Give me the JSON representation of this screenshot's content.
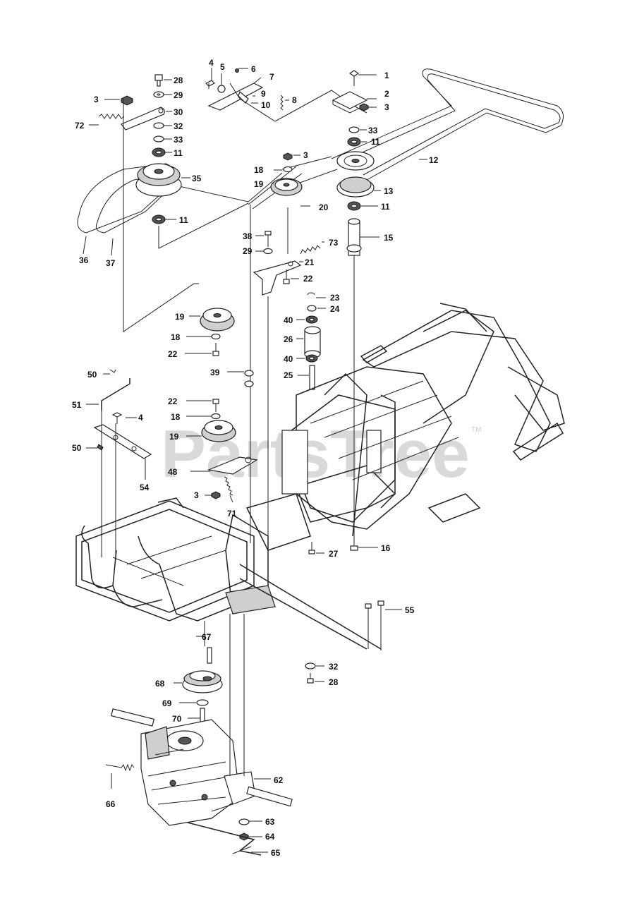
{
  "watermark": {
    "text": "PartsTree",
    "trademark": "TM"
  },
  "callouts": {
    "c1": "1",
    "c2": "2",
    "c3a": "3",
    "c3b": "3",
    "c3c": "3",
    "c3d": "3",
    "c4a": "4",
    "c4b": "4",
    "c5": "5",
    "c6": "6",
    "c7": "7",
    "c8": "8",
    "c9": "9",
    "c10": "10",
    "c11a": "11",
    "c11b": "11",
    "c11c": "11",
    "c11d": "11",
    "c12": "12",
    "c13": "13",
    "c15": "15",
    "c16": "16",
    "c18a": "18",
    "c18b": "18",
    "c18c": "18",
    "c19a": "19",
    "c19b": "19",
    "c19c": "19",
    "c20": "20",
    "c21": "21",
    "c22a": "22",
    "c22b": "22",
    "c22c": "22",
    "c23": "23",
    "c24": "24",
    "c25": "25",
    "c26": "26",
    "c27": "27",
    "c28a": "28",
    "c28b": "28",
    "c29a": "29",
    "c29b": "29",
    "c30": "30",
    "c32a": "32",
    "c32b": "32",
    "c33a": "33",
    "c33b": "33",
    "c35": "35",
    "c36": "36",
    "c37": "37",
    "c38": "38",
    "c39": "39",
    "c40a": "40",
    "c40b": "40",
    "c48": "48",
    "c50a": "50",
    "c50b": "50",
    "c51": "51",
    "c54": "54",
    "c55": "55",
    "c62": "62",
    "c63": "63",
    "c64": "64",
    "c65": "65",
    "c66": "66",
    "c67": "67",
    "c68": "68",
    "c69": "69",
    "c70": "70",
    "c71": "71",
    "c72": "72",
    "c73": "73"
  }
}
